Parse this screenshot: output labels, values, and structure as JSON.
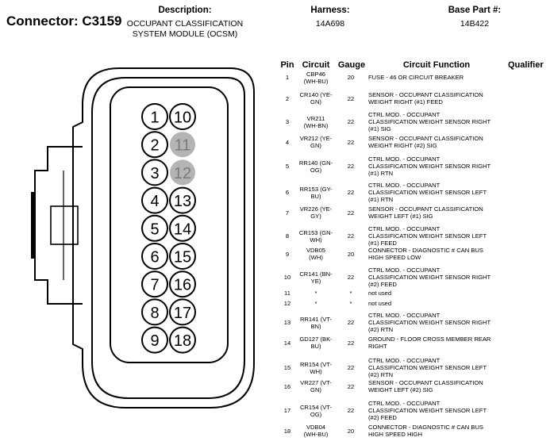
{
  "header": {
    "connector": "Connector: C3159",
    "description_label": "Description:",
    "description_value": "OCCUPANT CLASSIFICATION\nSYSTEM MODULE (OCSM)",
    "harness_label": "Harness:",
    "harness_value": "14A698",
    "base_part_label": "Base Part #:",
    "base_part_value": "14B422"
  },
  "table": {
    "headers": {
      "pin": "Pin",
      "circuit": "Circuit",
      "gauge": "Gauge",
      "function": "Circuit Function",
      "qualifier": "Qualifier"
    },
    "rows": [
      {
        "pin": "1",
        "circuit": "CBP46\n(WH-BU)",
        "gauge": "20",
        "function": "FUSE - 46 OR CIRCUIT BREAKER"
      },
      {
        "pin": "2",
        "circuit": "CR140 (YE-\nGN)",
        "gauge": "22",
        "function": "SENSOR - OCCUPANT CLASSIFICATION\nWEIGHT RIGHT (#1) FEED"
      },
      {
        "pin": "3",
        "circuit": "VR211\n(WH-BN)",
        "gauge": "22",
        "function": "CTRL MOD. - OCCUPANT\nCLASSIFICATION WEIGHT SENSOR RIGHT\n(#1) SIG"
      },
      {
        "pin": "4",
        "circuit": "VR212 (YE-\nGN)",
        "gauge": "22",
        "function": "SENSOR - OCCUPANT CLASSIFICATION\nWEIGHT RIGHT (#2) SIG"
      },
      {
        "pin": "5",
        "circuit": "RR140 (GN-\nOG)",
        "gauge": "22",
        "function": "CTRL MOD. - OCCUPANT\nCLASSIFICATION WEIGHT SENSOR RIGHT\n(#1) RTN"
      },
      {
        "pin": "6",
        "circuit": "RR153 (GY-\nBU)",
        "gauge": "22",
        "function": "CTRL MOD. - OCCUPANT\nCLASSIFICATION WEIGHT SENSOR LEFT\n(#1) RTN"
      },
      {
        "pin": "7",
        "circuit": "VR226 (YE-\nGY)",
        "gauge": "22",
        "function": "SENSOR - OCCUPANT CLASSIFICATION\nWEIGHT LEFT (#1) SIG"
      },
      {
        "pin": "8",
        "circuit": "CR153 (GN-\nWH)",
        "gauge": "22",
        "function": "CTRL MOD. - OCCUPANT\nCLASSIFICATION WEIGHT SENSOR LEFT\n(#1) FEED"
      },
      {
        "pin": "9",
        "circuit": "VDB05\n(WH)",
        "gauge": "20",
        "function": "CONNECTOR - DIAGNOSTIC # CAN BUS\nHIGH SPEED LOW"
      },
      {
        "pin": "10",
        "circuit": "CR141 (BN-\nYE)",
        "gauge": "22",
        "function": "CTRL MOD. - OCCUPANT\nCLASSIFICATION WEIGHT SENSOR RIGHT\n(#2) FEED"
      },
      {
        "pin": "11",
        "circuit": "*",
        "gauge": "*",
        "function": "not used"
      },
      {
        "pin": "12",
        "circuit": "*",
        "gauge": "*",
        "function": "not used"
      },
      {
        "pin": "13",
        "circuit": "RR141 (VT-\nBN)",
        "gauge": "22",
        "function": "CTRL MOD. - OCCUPANT\nCLASSIFICATION WEIGHT SENSOR RIGHT\n(#2) RTN"
      },
      {
        "pin": "14",
        "circuit": "GD127 (BK-\nBU)",
        "gauge": "22",
        "function": "GROUND - FLOOR CROSS MEMBER REAR\nRIGHT"
      },
      {
        "pin": "15",
        "circuit": "RR154 (VT-\nWH)",
        "gauge": "22",
        "function": "CTRL MOD. - OCCUPANT\nCLASSIFICATION WEIGHT SENSOR LEFT\n(#2) RTN"
      },
      {
        "pin": "16",
        "circuit": "VR227 (VT-\nGN)",
        "gauge": "22",
        "function": "SENSOR - OCCUPANT CLASSIFICATION\nWEIGHT LEFT (#2) SIG"
      },
      {
        "pin": "17",
        "circuit": "CR154 (VT-\nOG)",
        "gauge": "22",
        "function": "CTRL MOD. - OCCUPANT\nCLASSIFICATION WEIGHT SENSOR LEFT\n(#2) FEED"
      },
      {
        "pin": "18",
        "circuit": "VDB04\n(WH-BU)",
        "gauge": "20",
        "function": "CONNECTOR - DIAGNOSTIC # CAN BUS\nHIGH SPEED HIGH"
      }
    ]
  },
  "connector_face": {
    "pins_left": [
      "1",
      "2",
      "3",
      "4",
      "5",
      "6",
      "7",
      "8",
      "9"
    ],
    "pins_right": [
      "10",
      "11",
      "12",
      "13",
      "14",
      "15",
      "16",
      "17",
      "18"
    ],
    "unused_pins": [
      "11",
      "12"
    ],
    "colors": {
      "outline": "#000000",
      "unused_fill": "#b4b4b4",
      "pin_fill": "#ffffff"
    }
  }
}
